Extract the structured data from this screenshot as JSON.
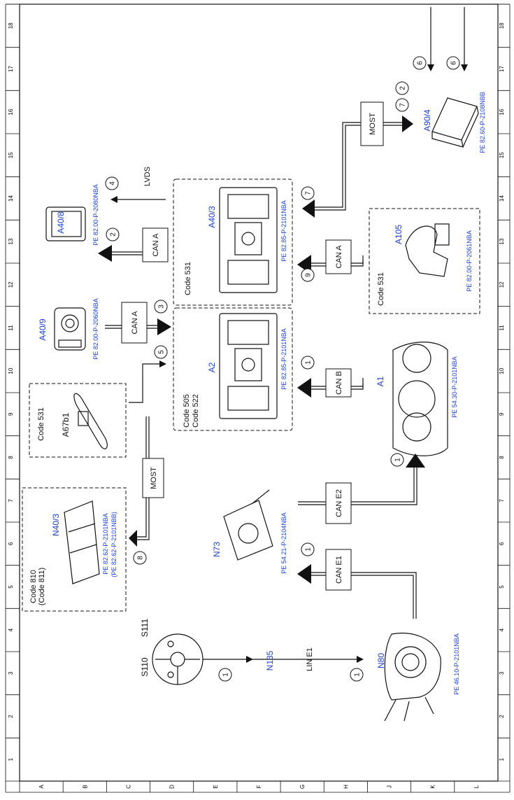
{
  "frame": {
    "row_numbers": [
      "1",
      "2",
      "3",
      "4",
      "5",
      "6",
      "7",
      "8",
      "9",
      "10",
      "11",
      "12",
      "13",
      "14",
      "15",
      "16",
      "17",
      "18"
    ],
    "col_letters": [
      "A",
      "B",
      "C",
      "D",
      "E",
      "F",
      "G",
      "H",
      "J",
      "K",
      "L"
    ]
  },
  "components": {
    "a40_8": {
      "code": "A40/8",
      "ref": "PE 82.00-P-2080NBA"
    },
    "a40_9": {
      "code": "A40/9",
      "ref": "PE 82.00-P-2060NBA"
    },
    "a40_3": {
      "code": "A40/3",
      "ref": "PE 82.85-P-2101NBA"
    },
    "a2": {
      "code": "A2",
      "ref": "PE 82.85-P-2101NBA"
    },
    "a90_4": {
      "code": "A90/4",
      "ref": "PE 82.60-P-2108NBB"
    },
    "a105": {
      "code": "A105",
      "ref": "PE 82.00-P-2061NBA"
    },
    "a1": {
      "code": "A1",
      "ref": "PE 54.30-P-2101NBA"
    },
    "n73": {
      "code": "N73",
      "ref": "PE 54.21-P-2104NBA"
    },
    "n40_3": {
      "code": "N40/3",
      "ref1": "PE 82.62-P-2101NBA",
      "ref2": "(PE 82.62-P-2101NBB)"
    },
    "a67b1": {
      "code": "A67b1"
    },
    "n80": {
      "code": "N80",
      "ref": "PE 46.10-P-2101NBA"
    },
    "n135": {
      "code": "N135"
    },
    "s110": {
      "code": "S110"
    },
    "s111": {
      "code": "S111"
    }
  },
  "codes": {
    "code531": "Code 531",
    "code505": "Code 505",
    "code522": "Code 522",
    "code810": "Code 810",
    "code811": "(Code 811)"
  },
  "buses": {
    "can_a": "CAN A",
    "can_b": "CAN B",
    "can_e1": "CAN E1",
    "can_e2": "CAN E2",
    "most": "MOST",
    "lvds": "LVDS",
    "lin_e1": "LIN E1"
  },
  "markers": {
    "m1": "1",
    "m2": "2",
    "m3": "3",
    "m4": "4",
    "m5": "5",
    "m6": "6",
    "m7": "7",
    "m8": "8",
    "m9": "9"
  }
}
